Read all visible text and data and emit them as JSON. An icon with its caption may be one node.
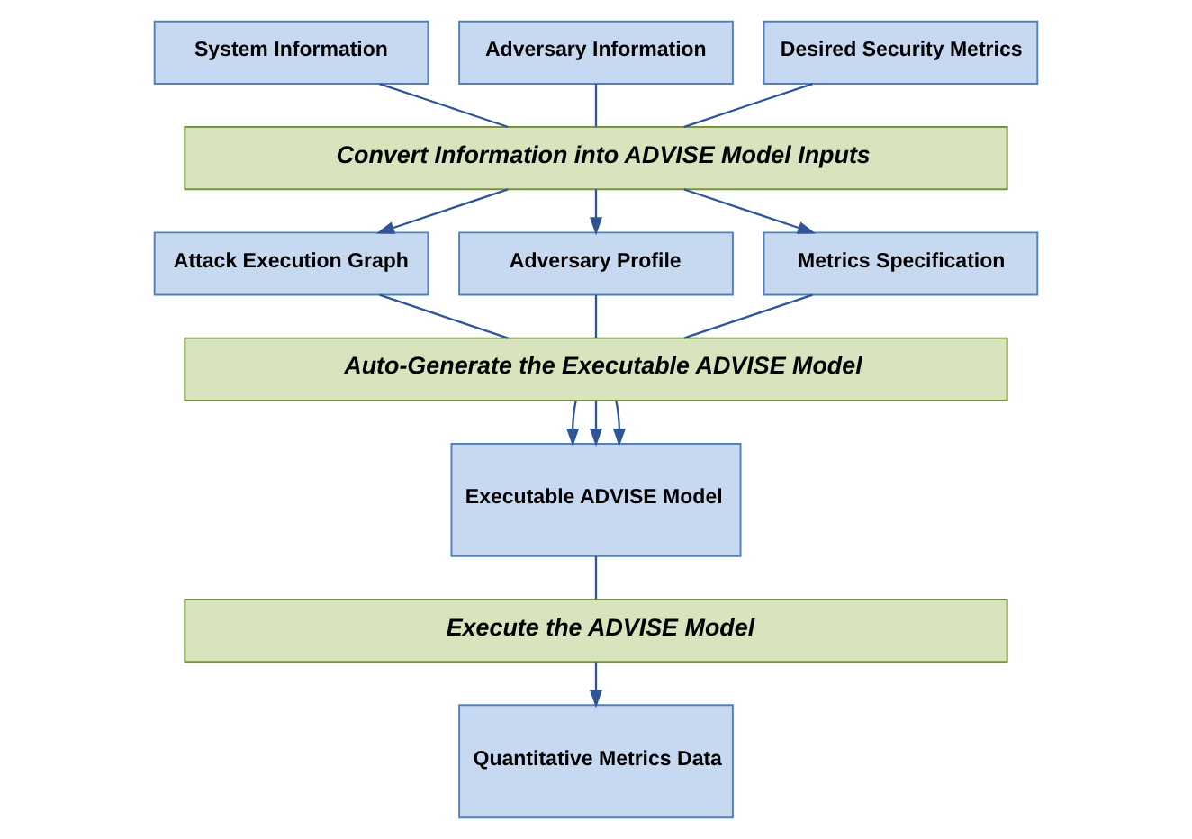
{
  "diagram": {
    "nodes": [
      {
        "text": [
          "System Information"
        ]
      },
      {
        "text": [
          "Adversary Information"
        ]
      },
      {
        "text": [
          "Desired Security Metrics"
        ]
      },
      {
        "text": [
          "Convert Information into ADVISE Model Inputs"
        ]
      },
      {
        "text": [
          "Attack Execution Graph"
        ]
      },
      {
        "text": [
          "Adversary Profile"
        ]
      },
      {
        "text": [
          "Metrics Specification"
        ]
      },
      {
        "text": [
          "Auto-Generate the Executable ADVISE Model"
        ]
      },
      {
        "text": [
          "Executable ADVISE Model"
        ]
      },
      {
        "text": [
          "Execute the ADVISE Model"
        ]
      },
      {
        "text": [
          "Quantitative Metrics Data"
        ]
      }
    ],
    "edges": [
      {
        "from": 0,
        "to": 3,
        "arrow": "none"
      },
      {
        "from": 1,
        "to": 3,
        "arrow": "none"
      },
      {
        "from": 2,
        "to": 3,
        "arrow": "none"
      },
      {
        "from": 3,
        "to": 4,
        "arrow": "to"
      },
      {
        "from": 3,
        "to": 5,
        "arrow": "to"
      },
      {
        "from": 3,
        "to": 6,
        "arrow": "to"
      },
      {
        "from": 4,
        "to": 7,
        "arrow": "none"
      },
      {
        "from": 5,
        "to": 7,
        "arrow": "none"
      },
      {
        "from": 6,
        "to": 7,
        "arrow": "none"
      },
      {
        "from": 7,
        "to": 8,
        "arrow": "to"
      },
      {
        "from": 7,
        "to": 8,
        "arrow": "to"
      },
      {
        "from": 7,
        "to": 8,
        "arrow": "to"
      },
      {
        "from": 8,
        "to": 9,
        "arrow": "none"
      },
      {
        "from": 9,
        "to": 10,
        "arrow": "to"
      }
    ]
  }
}
